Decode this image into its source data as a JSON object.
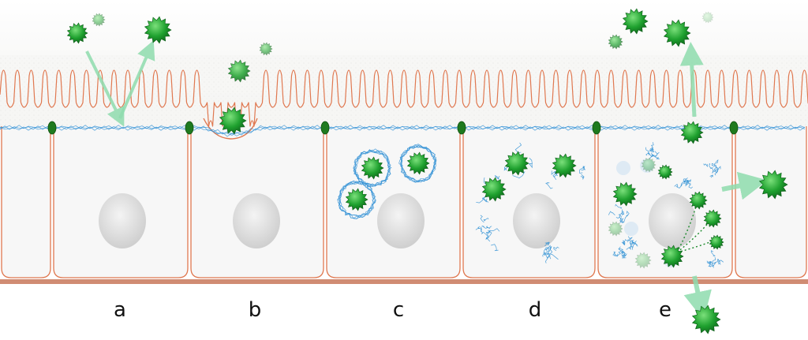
{
  "panels": [
    {
      "id": "a",
      "label": "a"
    },
    {
      "id": "b",
      "label": "b"
    },
    {
      "id": "c",
      "label": "c"
    },
    {
      "id": "d",
      "label": "d"
    },
    {
      "id": "e",
      "label": "e"
    }
  ],
  "colors": {
    "membrane": "#e07850",
    "basement": "#c8785a",
    "mucus": "#2d8fd4",
    "particle": "#1a9a2a",
    "junction": "#1e7a1e",
    "arrow": "#7fd6a0",
    "nucleus": "#d9d9d9"
  },
  "icons": [
    "virus-particle-icon",
    "tight-junction-icon",
    "arrow-icon"
  ]
}
